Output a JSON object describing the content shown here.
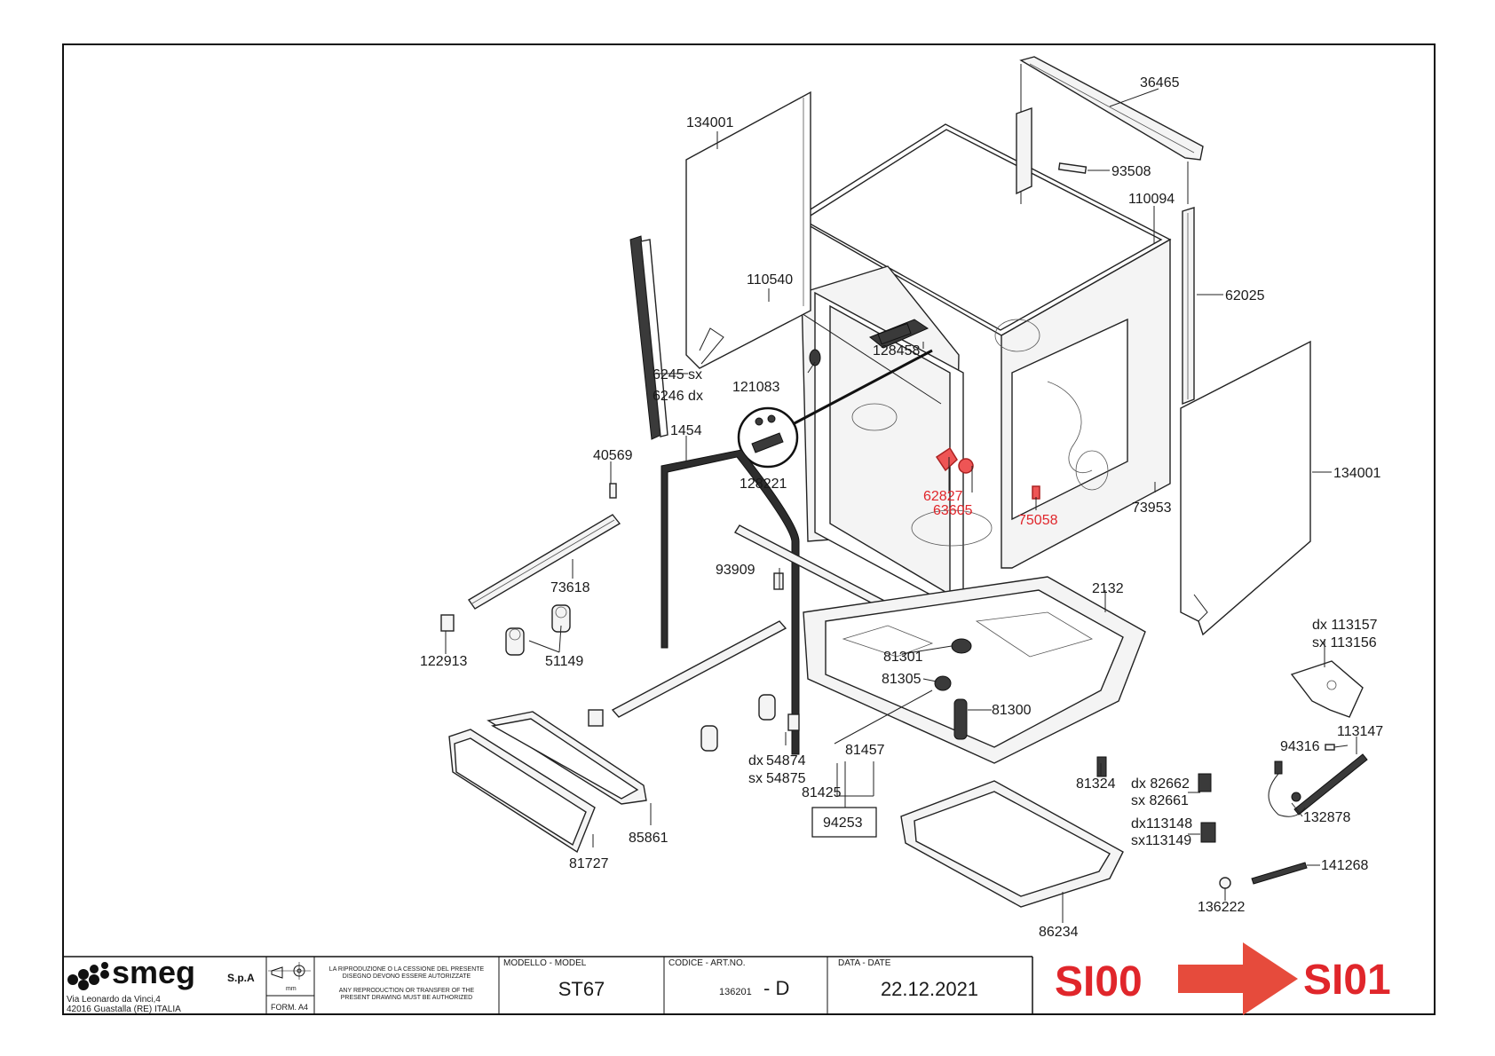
{
  "parts": {
    "p36465": "36465",
    "p134001_top": "134001",
    "p93508": "93508",
    "p110094": "110094",
    "p110540": "110540",
    "p62025": "62025",
    "p128458": "128458",
    "p6245": "6245 sx",
    "p6246": "6246 dx",
    "p121083": "121083",
    "p134001_right": "134001",
    "p1454": "1454",
    "p128221": "128221",
    "p40569": "40569",
    "p62827": "62827",
    "p63605": "63605",
    "p75058": "75058",
    "p73953": "73953",
    "p93909": "93909",
    "p73618": "73618",
    "p2132": "2132",
    "p113157": "dx 113157",
    "p113156": "sx 113156",
    "p122913": "122913",
    "p51149": "51149",
    "p81301": "81301",
    "p81305": "81305",
    "p81300": "81300",
    "p94316": "94316",
    "p113147": "113147",
    "p54874_dx": "dx",
    "p54874": "54874",
    "p54875_sx": "sx",
    "p54875": "54875",
    "p81457": "81457",
    "p81324": "81324",
    "p82662": "dx 82662",
    "p82661": "sx 82661",
    "p81425": "81425",
    "p132878": "132878",
    "p94253": "94253",
    "p113148": "dx113148",
    "p113149": "sx113149",
    "p85861": "85861",
    "p81727": "81727",
    "p141268": "141268",
    "p136222": "136222",
    "p86234": "86234"
  },
  "title_block": {
    "brand": "smeg",
    "brand_suffix": "S.p.A",
    "address_line1": "Via Leonardo da Vinci,4",
    "address_line2": "42016  Guastalla (RE) ITALIA",
    "unit": "mm",
    "format": "FORM. A4",
    "notice_it_1": "LA RIPRODUZIONE O LA CESSIONE DEL PRESENTE",
    "notice_it_2": "DISEGNO DEVONO ESSERE AUTORIZZATE",
    "notice_en_1": "ANY REPRODUCTION OR TRANSFER OF THE",
    "notice_en_2": "PRESENT DRAWING MUST BE AUTHORIZED",
    "model_label": "MODELLO - MODEL",
    "model_value": "ST67",
    "code_label": "CODICE - ART.NO.",
    "code_value": "136201",
    "code_rev": "- D",
    "date_label": "DATA - DATE",
    "date_value": "22.12.2021",
    "rev_from": "SI00",
    "rev_to": "SI01"
  },
  "colors": {
    "highlight_red": "#e0262b",
    "line": "#222222"
  }
}
